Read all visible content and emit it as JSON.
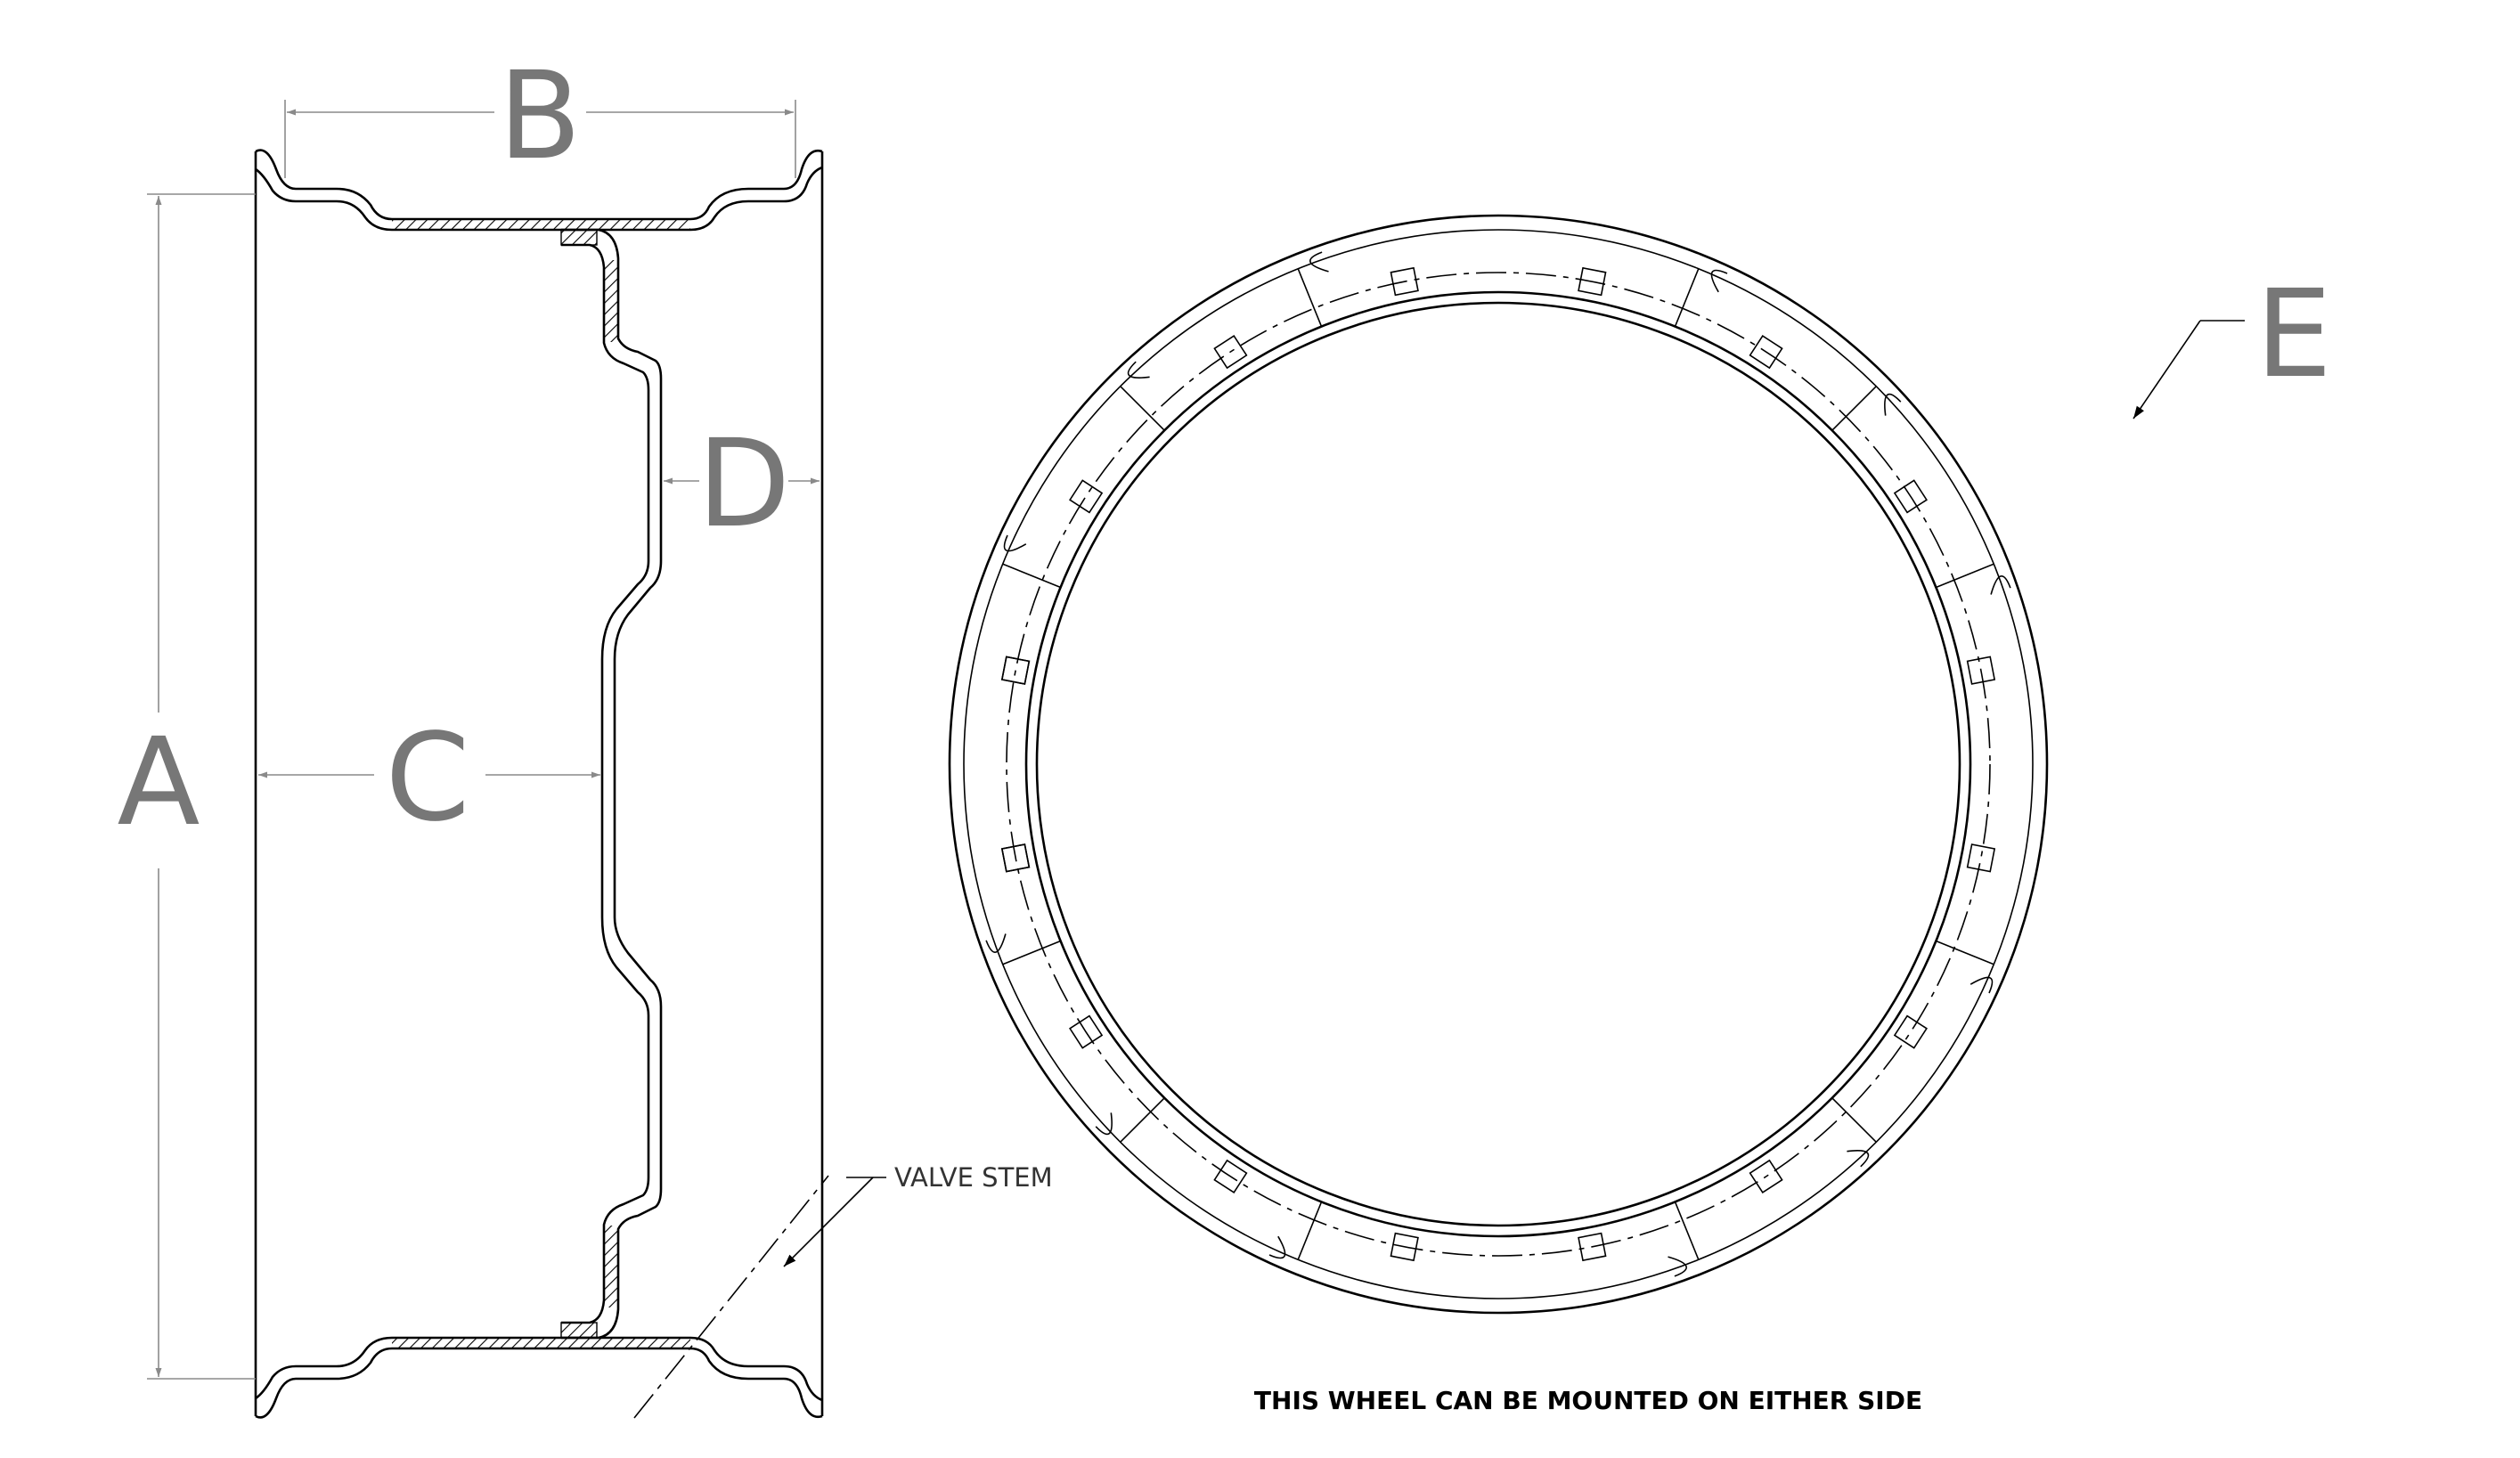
{
  "dimensions": {
    "a": "A",
    "b": "B",
    "c": "C",
    "d": "D",
    "e": "E"
  },
  "callouts": {
    "valve_stem": "VALVE STEM"
  },
  "note": "THIS WHEEL CAN BE MOUNTED ON EITHER SIDE",
  "colors": {
    "line": "#000000",
    "dimension_line": "#8a8a8a",
    "dimension_letter": "#777777"
  }
}
